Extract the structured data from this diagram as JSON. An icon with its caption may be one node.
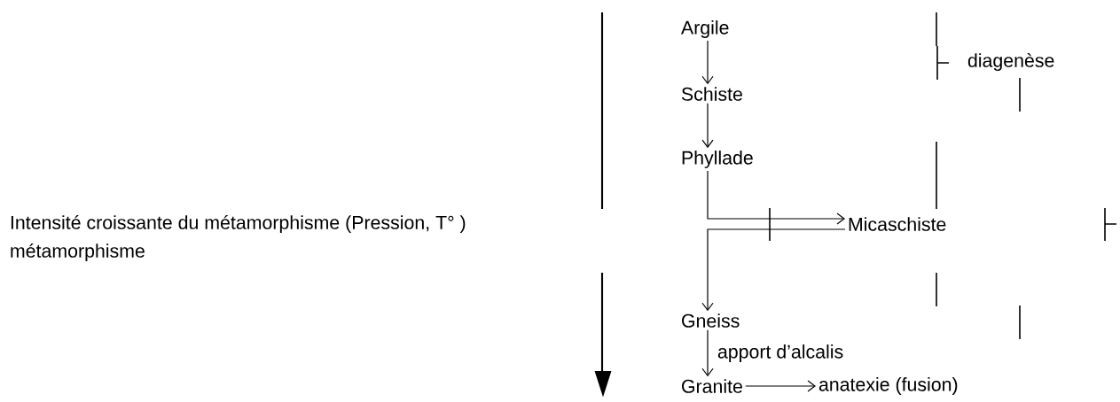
{
  "diagram": {
    "nodes": [
      {
        "text": [
          "Argile"
        ]
      },
      {
        "text": [
          "Schiste"
        ]
      },
      {
        "text": [
          "Phyllade"
        ]
      },
      {
        "text": [
          "Micaschiste"
        ]
      },
      {
        "text": [
          "Gneiss"
        ]
      },
      {
        "text": [
          "Granite"
        ]
      },
      {
        "text": [
          "anatexie (fusion)"
        ]
      }
    ],
    "edges": [
      {
        "from": 0,
        "to": 1,
        "arrow": "to"
      },
      {
        "from": 1,
        "to": 2,
        "arrow": "to"
      },
      {
        "from": 2,
        "to": 3,
        "arrow": "to"
      },
      {
        "from": 3,
        "to": 4,
        "arrow": "to"
      },
      {
        "from": 4,
        "to": 5,
        "arrow": "to",
        "label": "apport d’alcalis"
      },
      {
        "from": 5,
        "to": 6,
        "arrow": "to"
      }
    ],
    "labels": [
      "Intensité croissante du métamorphisme (Pression, T° )",
      "métamorphisme",
      "diagenèse"
    ]
  }
}
